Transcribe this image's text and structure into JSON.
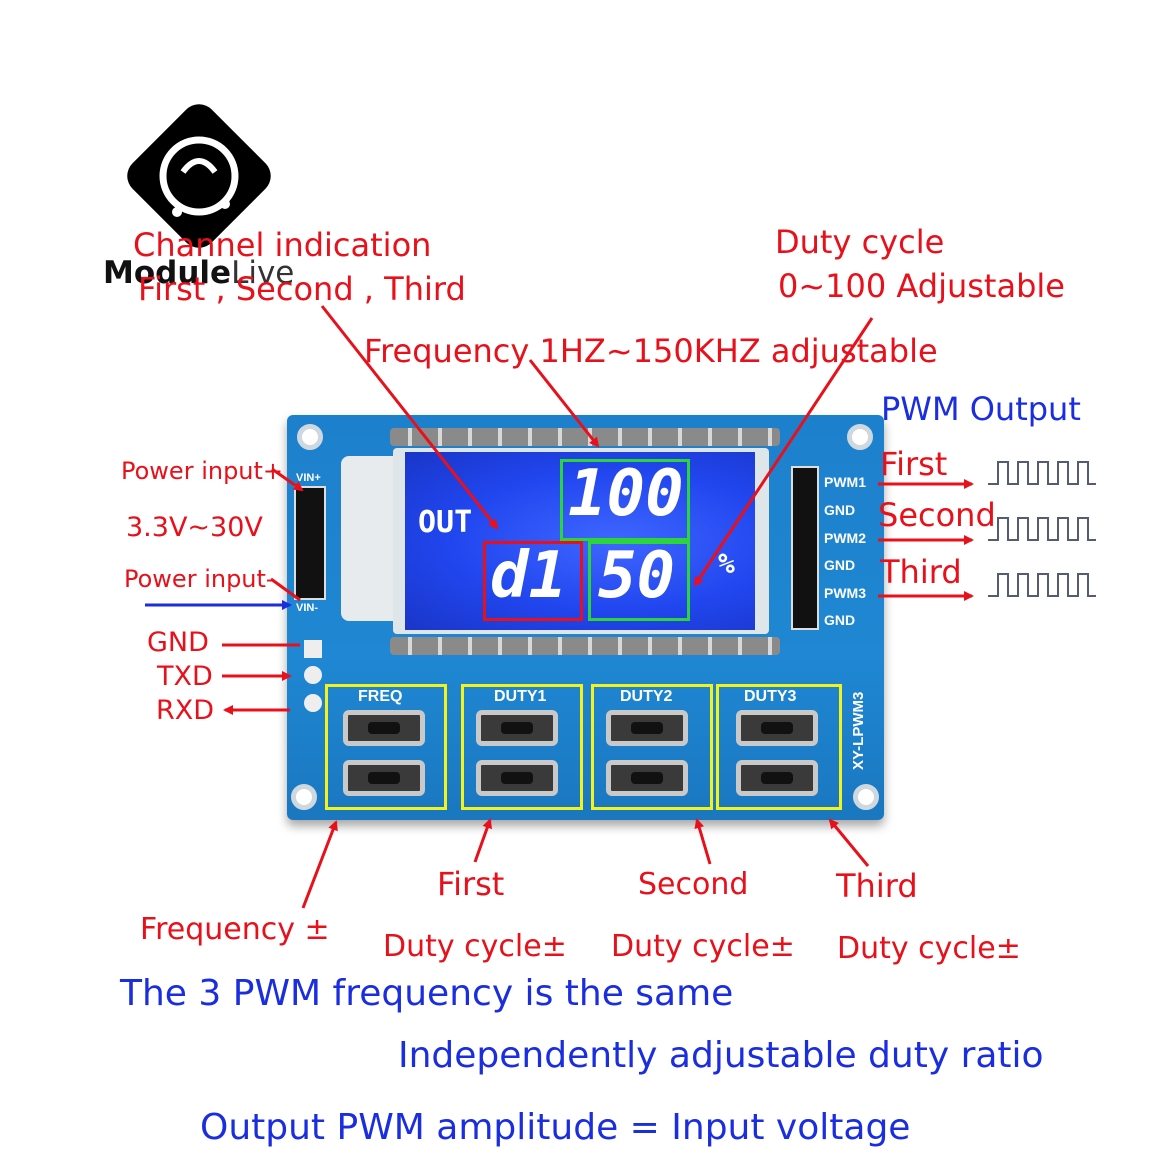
{
  "logo": {
    "brand_bold": "Module",
    "brand_light": "Live"
  },
  "annotations": {
    "channel_indication_line1": "Channel indication",
    "channel_indication_line2": "First  , Second , Third",
    "duty_cycle_line1": "Duty cycle",
    "duty_cycle_line2": "0~100 Adjustable",
    "frequency_range": "Frequency 1HZ~150KHZ  adjustable",
    "pwm_output_title": "PWM Output",
    "pwm_first": "First",
    "pwm_second": "Second",
    "pwm_third": "Third",
    "power_input_plus": "Power input+",
    "voltage_range": "3.3V~30V",
    "power_input_minus": "Power input-",
    "gnd": "GND",
    "txd": "TXD",
    "rxd": "RXD",
    "buttons_first": "First",
    "buttons_second": "Second",
    "buttons_third": "Third",
    "frequency_pm": "Frequency ±",
    "duty_pm_1": "Duty cycle±",
    "duty_pm_2": "Duty cycle±",
    "duty_pm_3": "Duty cycle±"
  },
  "notes": {
    "line1": "The 3 PWM frequency is the same",
    "line2": "Independently adjustable duty ratio",
    "line3": "Output PWM amplitude = Input voltage"
  },
  "board": {
    "lcd_out": "OUT",
    "lcd_frequency": "100",
    "lcd_channel": "d1",
    "lcd_duty": "50",
    "lcd_percent": "%",
    "pin_labels_right": [
      "PWM1",
      "GND",
      "PWM2",
      "GND",
      "PWM3",
      "GND"
    ],
    "pin_vin_plus": "VIN+",
    "pin_vin_minus": "VIN-",
    "button_labels": [
      "FREQ",
      "DUTY1",
      "DUTY2",
      "DUTY3"
    ],
    "model": "XY-LPWM3"
  },
  "colors": {
    "annotation": "#e8101a",
    "note": "#1a2ee0",
    "board": "#1f87d3",
    "lcd": "#2146ef"
  }
}
